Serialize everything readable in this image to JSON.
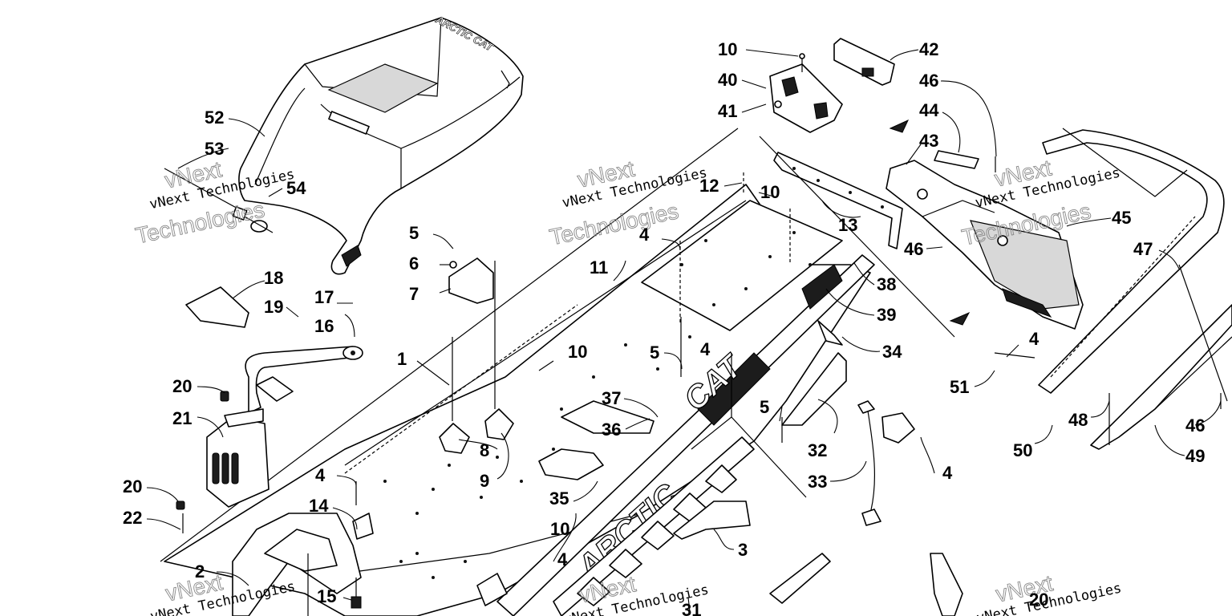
{
  "diagram": {
    "callouts": [
      "1",
      "2",
      "3",
      "4",
      "5",
      "6",
      "7",
      "8",
      "9",
      "10",
      "11",
      "12",
      "13",
      "14",
      "15",
      "16",
      "17",
      "18",
      "19",
      "20",
      "21",
      "22",
      "31",
      "32",
      "33",
      "34",
      "35",
      "36",
      "37",
      "38",
      "39",
      "40",
      "41",
      "42",
      "43",
      "44",
      "45",
      "46",
      "47",
      "48",
      "49",
      "50",
      "51",
      "52",
      "53",
      "54"
    ],
    "watermark": {
      "line1": "vNext",
      "line2": "vNext Technologies",
      "line3": "Technologies"
    },
    "seat_logo": "ARCTIC CAT",
    "tunnel_logo": "ARCTIC",
    "tunnel_logo_small": "CAT"
  }
}
